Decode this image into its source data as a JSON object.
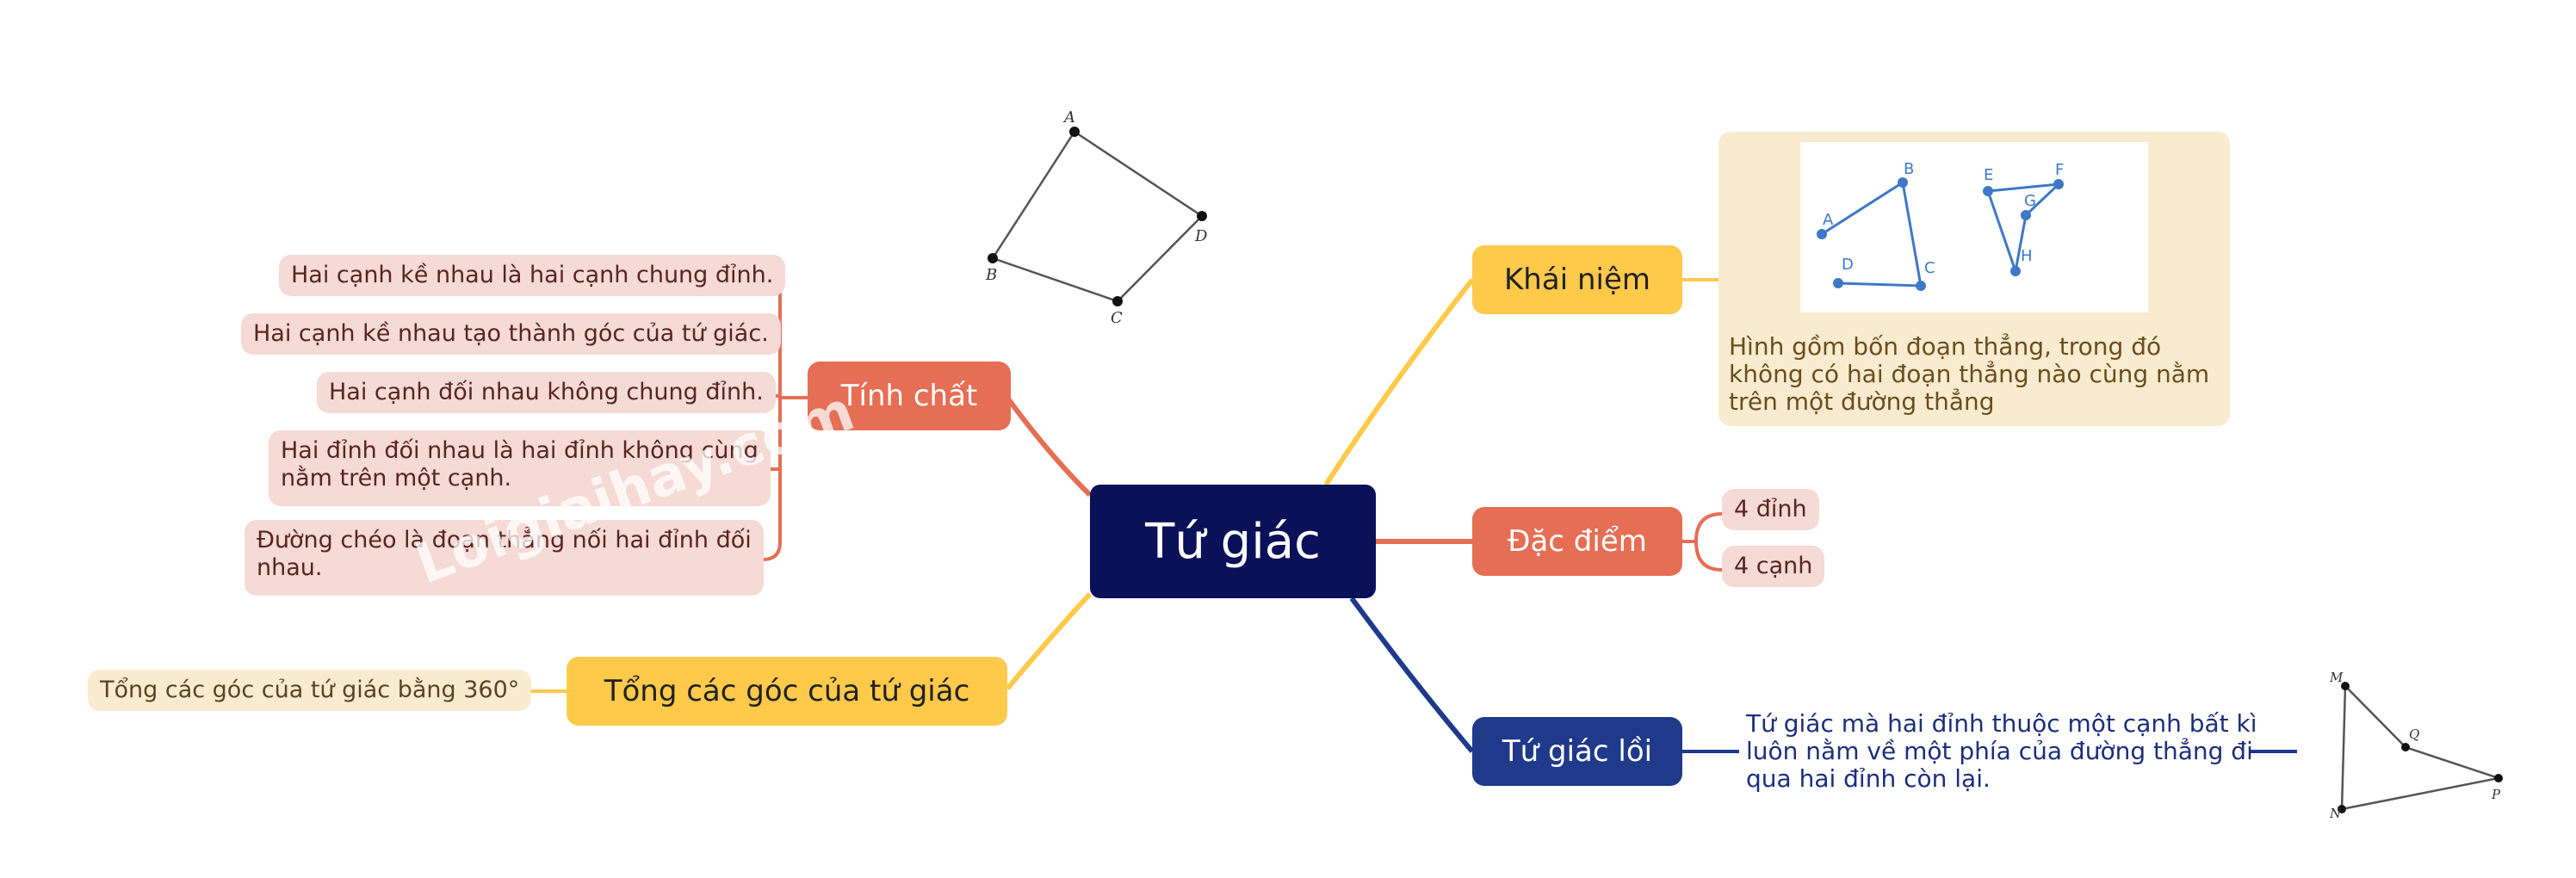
{
  "central": {
    "label": "Tứ giác"
  },
  "colors": {
    "central": "#0b1158",
    "yellow": "#ffc94a",
    "orange": "#e56e55",
    "blue": "#1f3a8b",
    "pink_leaf": "#f5dad6",
    "cream_leaf": "#f8ebd0"
  },
  "khai_niem": {
    "label": "Khái niệm",
    "definition": "Hình gồm bốn đoạn thẳng, trong đó không có hai đoạn thẳng nào cùng nằm trên một đường thẳng",
    "figure_labels": {
      "a": "A",
      "b": "B",
      "c": "C",
      "d": "D",
      "e": "E",
      "f": "F",
      "g": "G",
      "h": "H"
    }
  },
  "dac_diem": {
    "label": "Đặc điểm",
    "items": [
      "4 đỉnh",
      "4 cạnh"
    ]
  },
  "tu_giac_loi": {
    "label": "Tứ giác lồi",
    "description_lines": [
      "Tứ giác mà hai đỉnh thuộc một cạnh bất kì",
      "luôn nằm về một phía của đường thẳng đi",
      "qua hai đỉnh còn lại."
    ],
    "figure_labels": {
      "m": "M",
      "q": "Q",
      "p": "P",
      "n": "N"
    }
  },
  "tinh_chat": {
    "label": "Tính chất",
    "items": [
      {
        "lines": [
          "Hai cạnh kề nhau là hai cạnh chung đỉnh."
        ]
      },
      {
        "lines": [
          "Hai cạnh kề nhau tạo thành góc của tứ giác."
        ]
      },
      {
        "lines": [
          "Hai cạnh đối nhau không chung đỉnh."
        ]
      },
      {
        "lines": [
          "Hai đỉnh đối nhau là hai đỉnh không cùng",
          "nằm trên một cạnh."
        ]
      },
      {
        "lines": [
          "Đường chéo là đoạn thẳng nối hai đỉnh đối",
          "nhau."
        ]
      }
    ]
  },
  "tong_goc": {
    "label": "Tổng các góc của tứ giác",
    "item": "Tổng các góc của tứ giác bằng 360°"
  },
  "top_figure_labels": {
    "a": "A",
    "b": "B",
    "c": "C",
    "d": "D"
  },
  "watermark": "Loigiaihay.com"
}
